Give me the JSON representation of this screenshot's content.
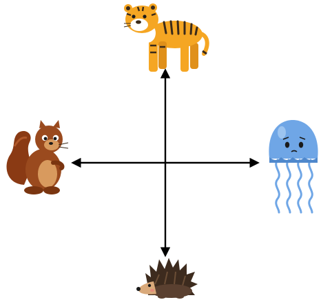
{
  "diagram": {
    "arrows": [
      {
        "direction": "up",
        "points_to": "tiger-icon"
      },
      {
        "direction": "down",
        "points_to": "hedgehog-icon"
      },
      {
        "direction": "left",
        "points_to": "squirrel-icon"
      },
      {
        "direction": "right",
        "points_to": "jellyfish-icon"
      }
    ],
    "animals": {
      "top": "tiger-icon",
      "bottom": "hedgehog-icon",
      "left": "squirrel-icon",
      "right": "jellyfish-icon"
    },
    "colors": {
      "arrow": "#000000",
      "tiger": "#f5a623",
      "tiger_stripes": "#3a2a1a",
      "squirrel": "#9a4a1e",
      "jellyfish": "#6fa6e6",
      "hedgehog": "#4a3526"
    }
  }
}
